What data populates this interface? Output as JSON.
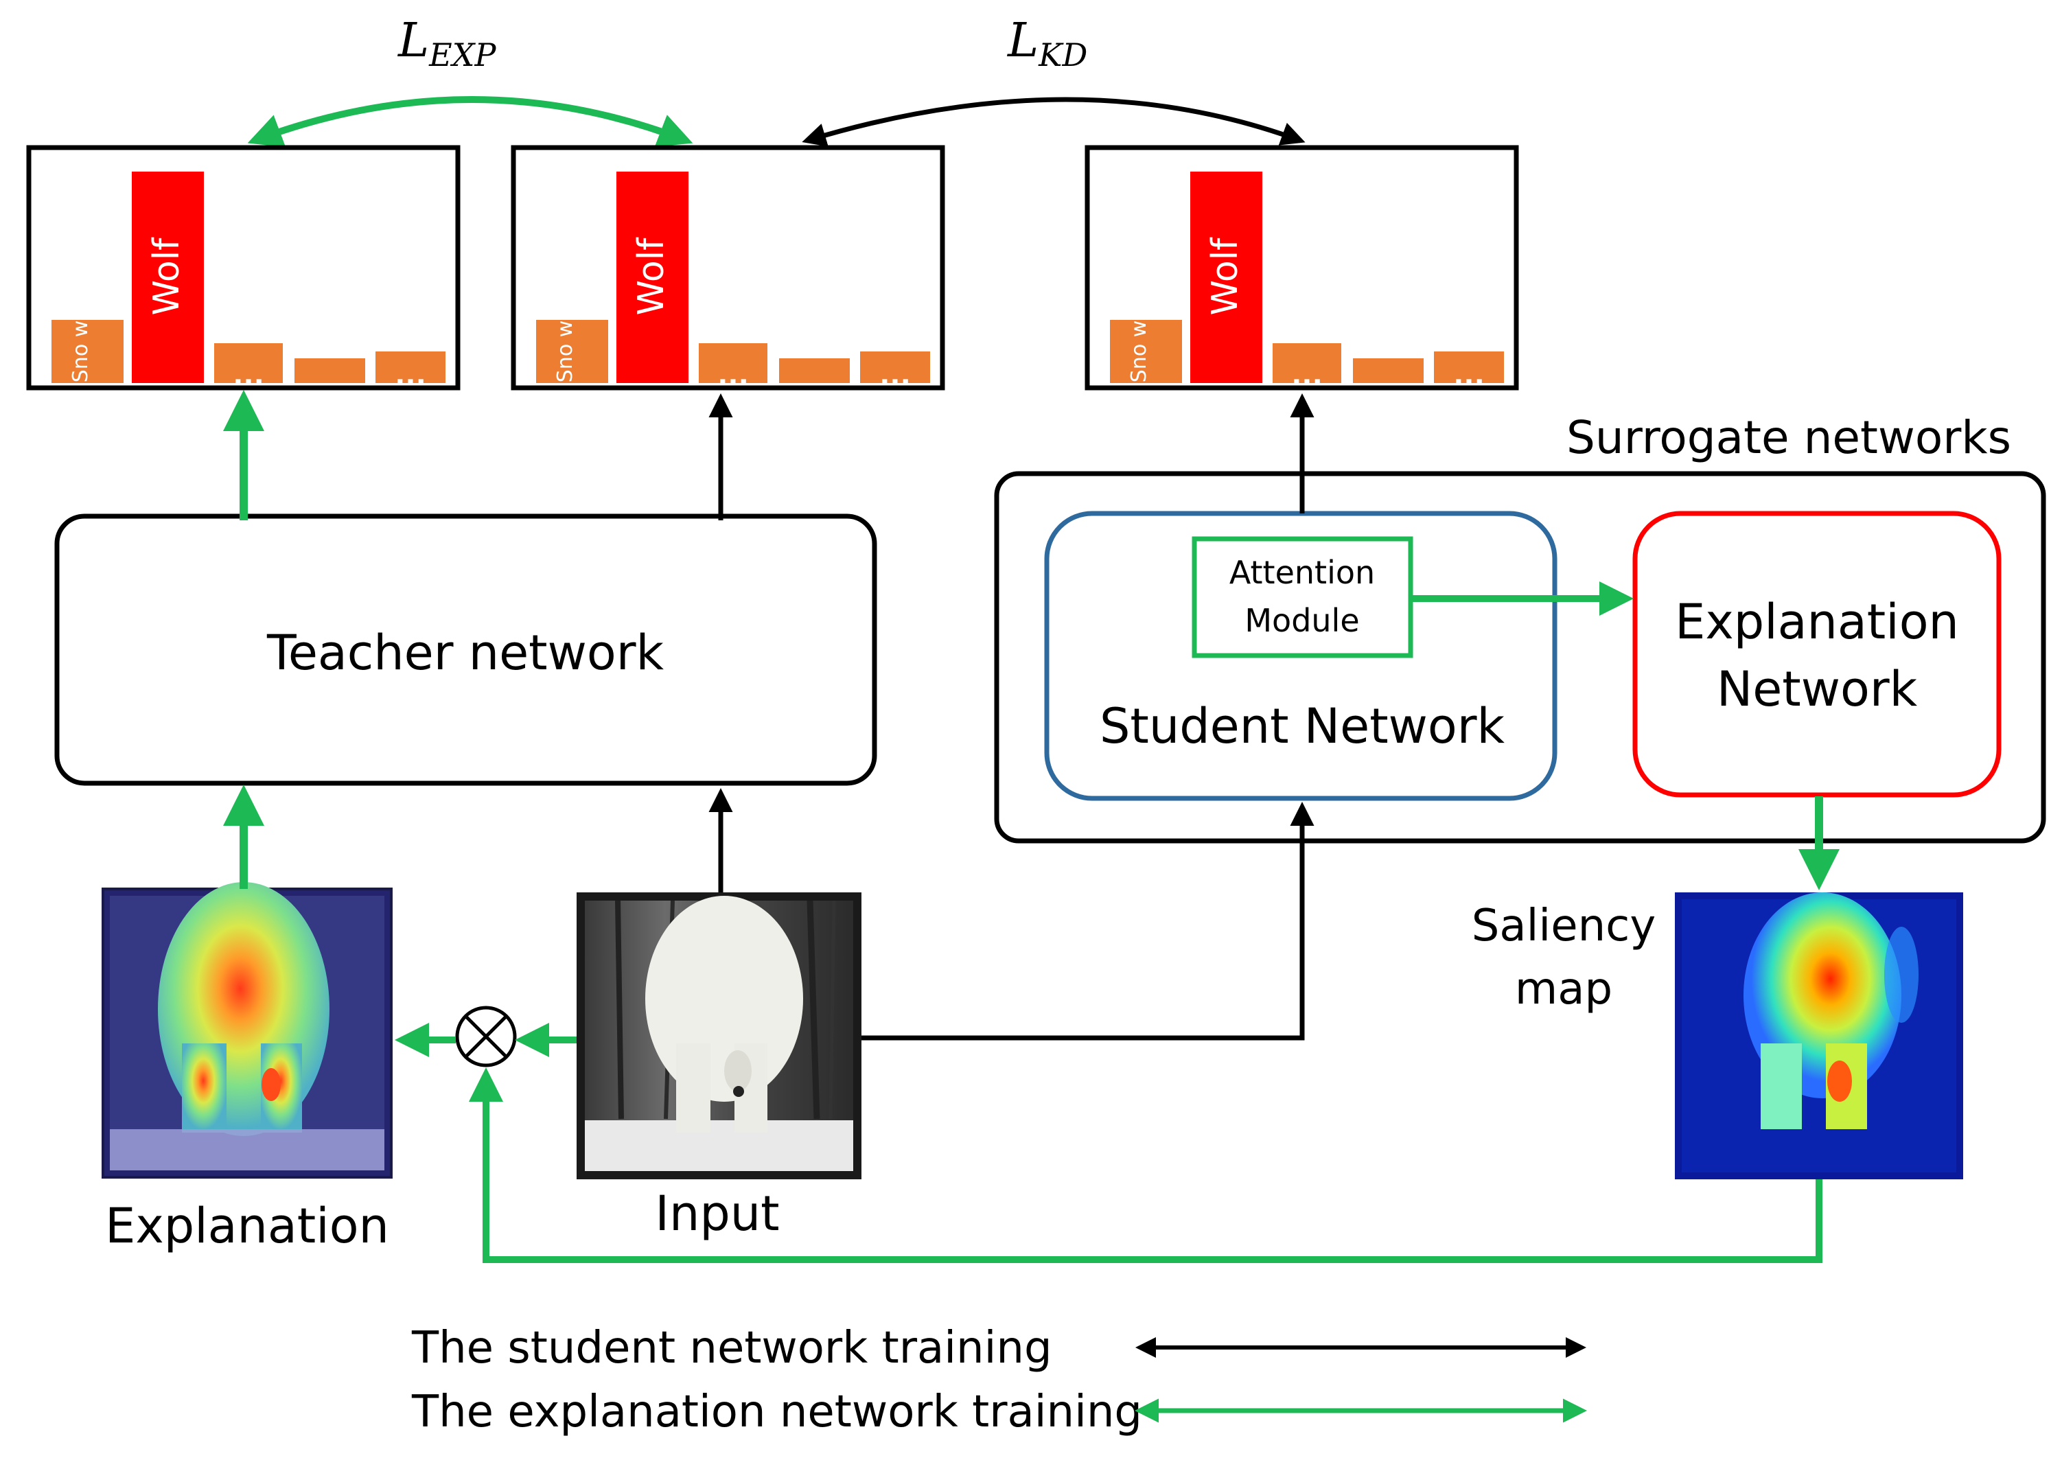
{
  "loss_labels": {
    "exp": {
      "main": "L",
      "sub": "EXP"
    },
    "kd": {
      "main": "L",
      "sub": "KD"
    }
  },
  "bars": {
    "snow_label": "Sno w",
    "wolf_label": "Wolf",
    "ellipsis": "..."
  },
  "nodes": {
    "teacher": "Teacher network",
    "surrogate_title": "Surrogate networks",
    "attention_line1": "Attention",
    "attention_line2": "Module",
    "student": "Student Network",
    "explanation_line1": "Explanation",
    "explanation_line2": "Network"
  },
  "images": {
    "explanation_caption": "Explanation",
    "input_caption": "Input",
    "saliency_line1": "Saliency",
    "saliency_line2": "map"
  },
  "operator": "⊗",
  "legend": {
    "student_training": "The student network training",
    "explanation_training": "The explanation network training"
  },
  "colors": {
    "black_arrow": "#000000",
    "green_arrow": "#1db954",
    "wolf_bar": "#ff0000",
    "other_bar": "#ed7d31",
    "student_border": "#2e6a9e",
    "explanation_border": "#ff0000",
    "attention_border": "#1db954"
  }
}
